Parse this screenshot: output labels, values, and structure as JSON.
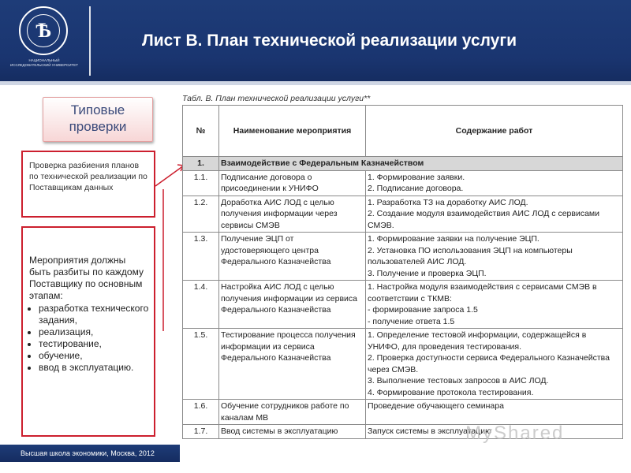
{
  "header": {
    "title": "Лист В. План технической реализации услуги",
    "logo_letter": "Ѣ",
    "logo_caption": "НАЦИОНАЛЬНЫЙ ИССЛЕДОВАТЕЛЬСКИЙ УНИВЕРСИТЕТ"
  },
  "left": {
    "tipovye": "Типовые проверки",
    "box1_text": "Проверка разбиения планов по технической реализации по Поставщикам данных",
    "box2_intro": "Мероприятия должны быть разбиты по каждому Поставщику по основным этапам:",
    "box2_items": [
      "разработка технического задания,",
      "реализация,",
      "тестирование,",
      "обучение,",
      "ввод в эксплуатацию."
    ],
    "footer": "Высшая школа экономики, Москва, 2012"
  },
  "table": {
    "caption": "Табл. В. План технической реализации услуги**",
    "headers": [
      "№",
      "Наименование мероприятия",
      "Содержание работ"
    ],
    "section": {
      "num": "1.",
      "title": "Взаимодействие с Федеральным Казначейством"
    },
    "rows": [
      {
        "num": "1.1.",
        "name": "Подписание договора о присоединении к УНИФО",
        "work": [
          "1. Формирование заявки.",
          "2. Подписание договора."
        ]
      },
      {
        "num": "1.2.",
        "name": "Доработка АИС ЛОД с целью получения информации через сервисы СМЭВ",
        "work": [
          "1. Разработка ТЗ на доработку АИС ЛОД.",
          "2. Создание модуля взаимодействия АИС ЛОД с сервисами СМЭВ."
        ]
      },
      {
        "num": "1.3.",
        "name": "Получение ЭЦП от удостоверяющего центра Федерального Казначейства",
        "work": [
          "1. Формирование заявки на получение ЭЦП.",
          "2. Установка ПО использования ЭЦП на компьютеры пользователей АИС ЛОД.",
          "3. Получение и проверка ЭЦП."
        ]
      },
      {
        "num": "1.4.",
        "name": "Настройка АИС ЛОД с целью получения информации из сервиса Федерального Казначейства",
        "work": [
          "1. Настройка модуля взаимодействия с сервисами СМЭВ в соответствии с ТКМВ:",
          "- формирование запроса 1.5",
          "- получение ответа 1.5"
        ]
      },
      {
        "num": "1.5.",
        "name": "Тестирование процесса получения информации из сервиса Федерального Казначейства",
        "work": [
          "1. Определение тестовой информации, содержащейся в УНИФО, для проведения тестирования.",
          "2. Проверка доступности сервиса Федерального Казначейства через СМЭВ.",
          "3. Выполнение тестовых запросов в АИС ЛОД.",
          "4. Формирование протокола тестирования."
        ]
      },
      {
        "num": "1.6.",
        "name": "Обучение сотрудников работе по каналам МВ",
        "work": [
          "Проведение обучающего семинара"
        ]
      },
      {
        "num": "1.7.",
        "name": "Ввод системы в эксплуатацию",
        "work": [
          "Запуск системы в эксплуатацию"
        ]
      }
    ]
  },
  "colors": {
    "header_bg": "#1e3c78",
    "accent_red": "#cc1f2e",
    "section_bg": "#d7d7d7"
  }
}
